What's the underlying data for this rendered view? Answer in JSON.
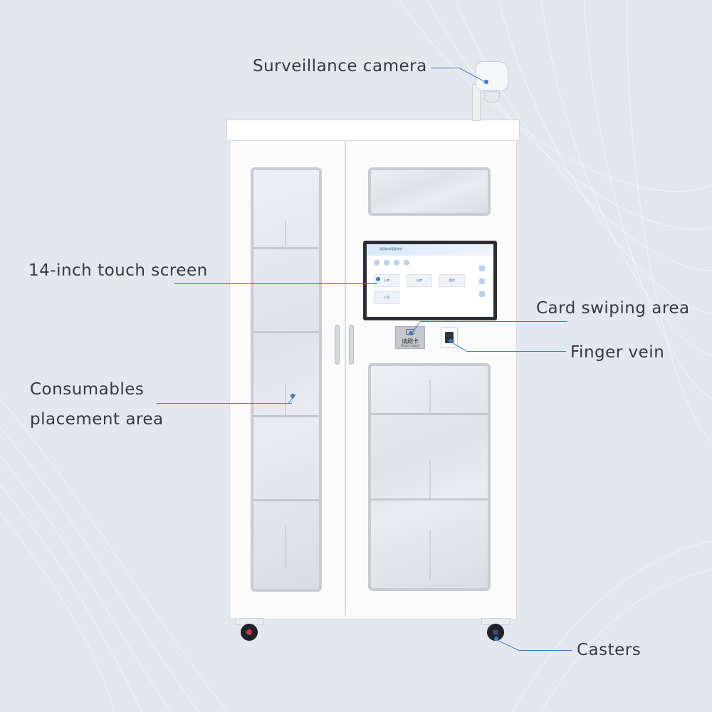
{
  "labels": {
    "camera": "Surveillance camera",
    "touch_screen": "14-inch touch screen",
    "card_swiping": "Card swiping area",
    "finger_vein": "Finger vein",
    "consumables_line1": "Consumables",
    "consumables_line2": "placement area",
    "casters": "Casters"
  },
  "card_reader": {
    "title": "请刷卡",
    "subtitle": "Please Swipe"
  },
  "screen": {
    "header_title": "医用耗材管理系统",
    "buttons": [
      "入库",
      "出库",
      "盘点",
      "人员"
    ]
  },
  "colors": {
    "background": "#e3e7ee",
    "leader_line": "#3a78c9",
    "label_text": "#333a44",
    "cabinet": "#fbfbfc"
  }
}
